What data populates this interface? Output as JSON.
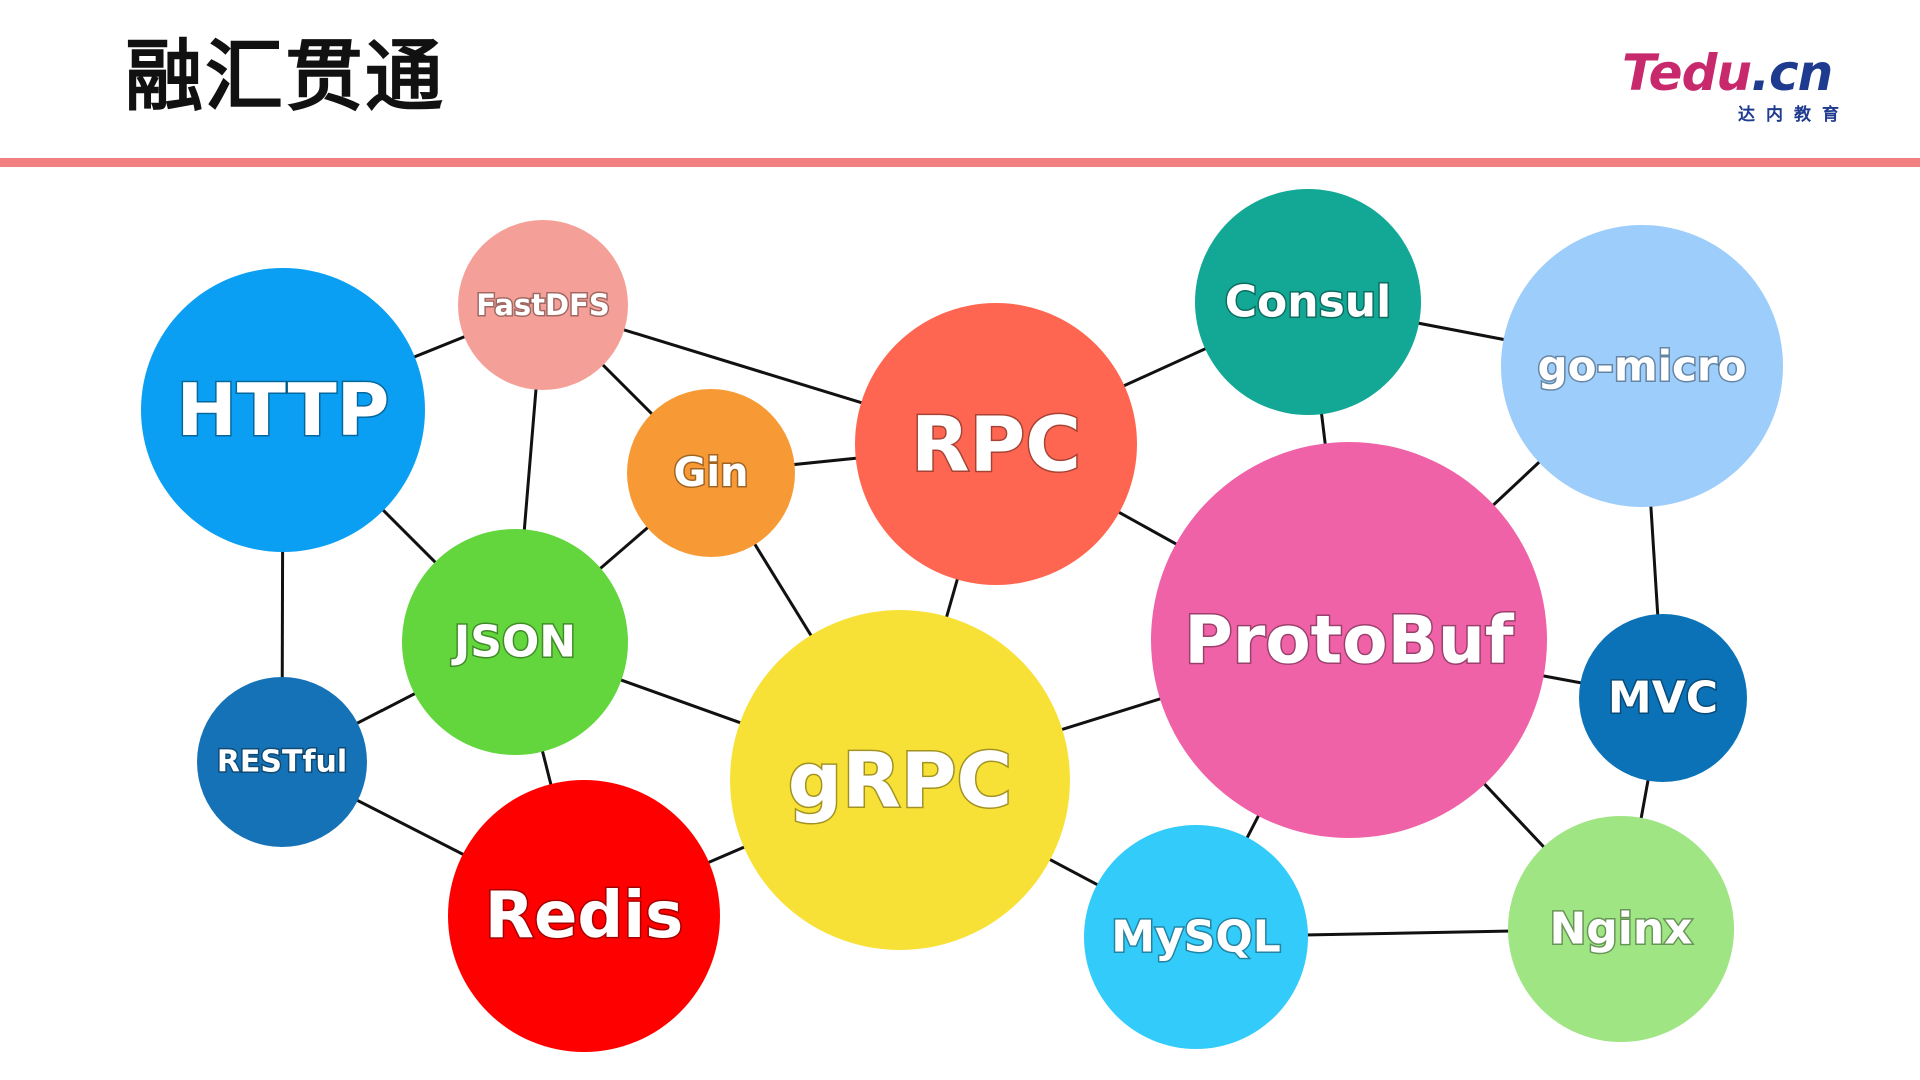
{
  "header": {
    "title": "融汇贯通",
    "logo": {
      "mark": "Tedu",
      "suffix": ".cn",
      "subtitle": "达内教育"
    }
  },
  "colors": {
    "divider": "#f38080",
    "edge": "#111111"
  },
  "nodes": [
    {
      "id": "http",
      "label": "HTTP",
      "color": "#0a9ff2"
    },
    {
      "id": "fastdfs",
      "label": "FastDFS",
      "color": "#f4a098"
    },
    {
      "id": "gin",
      "label": "Gin",
      "color": "#f79a35"
    },
    {
      "id": "json",
      "label": "JSON",
      "color": "#62d63c"
    },
    {
      "id": "restful",
      "label": "RESTful",
      "color": "#1672b6"
    },
    {
      "id": "redis",
      "label": "Redis",
      "color": "#ff0000"
    },
    {
      "id": "rpc",
      "label": "RPC",
      "color": "#ff6651"
    },
    {
      "id": "grpc",
      "label": "gRPC",
      "color": "#f8e136"
    },
    {
      "id": "consul",
      "label": "Consul",
      "color": "#13a895"
    },
    {
      "id": "gomicro",
      "label": "go-micro",
      "color": "#9dcdfa"
    },
    {
      "id": "protobuf",
      "label": "ProtoBuf",
      "color": "#ef62a7"
    },
    {
      "id": "mvc",
      "label": "MVC",
      "color": "#0b72b8"
    },
    {
      "id": "mysql",
      "label": "MySQL",
      "color": "#33cbfa"
    },
    {
      "id": "nginx",
      "label": "Nginx",
      "color": "#9fe584"
    }
  ],
  "edges": [
    [
      "http",
      "fastdfs"
    ],
    [
      "http",
      "json"
    ],
    [
      "http",
      "restful"
    ],
    [
      "fastdfs",
      "rpc"
    ],
    [
      "fastdfs",
      "gin"
    ],
    [
      "fastdfs",
      "json"
    ],
    [
      "gin",
      "rpc"
    ],
    [
      "gin",
      "json"
    ],
    [
      "gin",
      "grpc"
    ],
    [
      "json",
      "grpc"
    ],
    [
      "json",
      "redis"
    ],
    [
      "json",
      "restful"
    ],
    [
      "restful",
      "redis"
    ],
    [
      "redis",
      "grpc"
    ],
    [
      "rpc",
      "consul"
    ],
    [
      "rpc",
      "protobuf"
    ],
    [
      "rpc",
      "grpc"
    ],
    [
      "grpc",
      "protobuf"
    ],
    [
      "grpc",
      "mysql"
    ],
    [
      "consul",
      "gomicro"
    ],
    [
      "consul",
      "protobuf"
    ],
    [
      "gomicro",
      "protobuf"
    ],
    [
      "gomicro",
      "mvc"
    ],
    [
      "protobuf",
      "mvc"
    ],
    [
      "protobuf",
      "mysql"
    ],
    [
      "protobuf",
      "nginx"
    ],
    [
      "mvc",
      "nginx"
    ],
    [
      "mysql",
      "nginx"
    ]
  ]
}
